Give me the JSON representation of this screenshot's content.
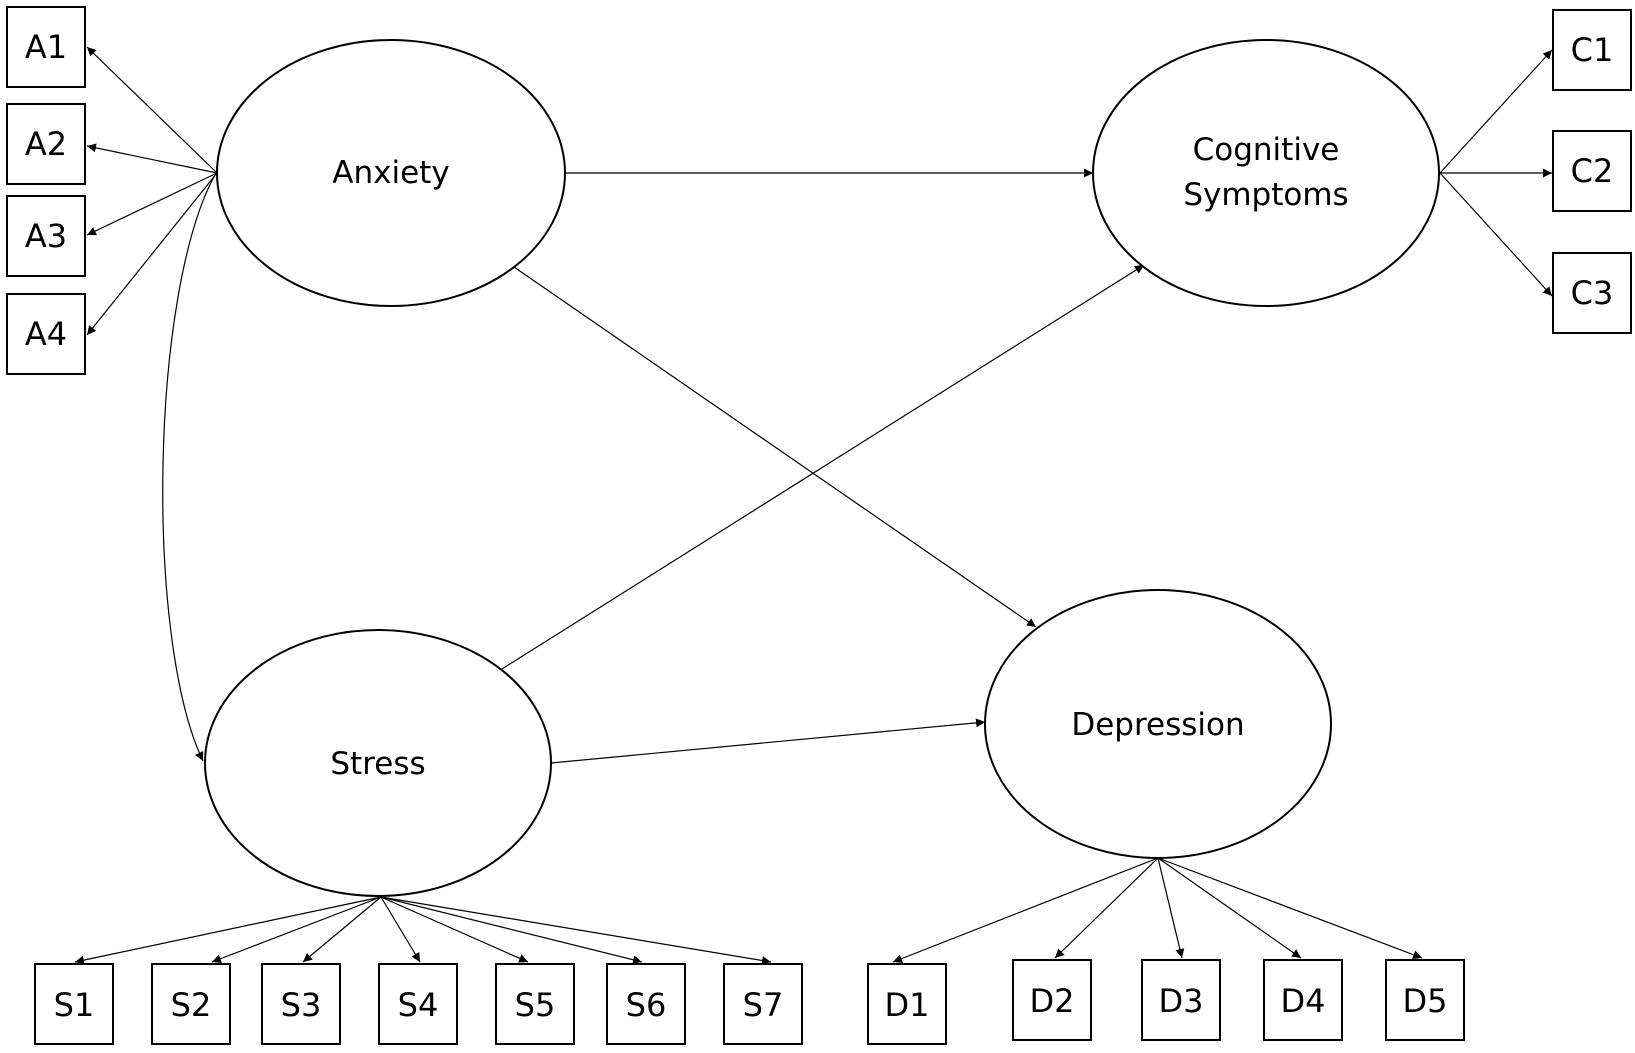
{
  "latents": {
    "anxiety": {
      "label": "Anxiety"
    },
    "cognitive": {
      "label_line1": "Cognitive",
      "label_line2": "Symptoms"
    },
    "stress": {
      "label": "Stress"
    },
    "depression": {
      "label": "Depression"
    }
  },
  "indicators": {
    "anxiety": [
      "A1",
      "A2",
      "A3",
      "A4"
    ],
    "cognitive": [
      "C1",
      "C2",
      "C3"
    ],
    "stress": [
      "S1",
      "S2",
      "S3",
      "S4",
      "S5",
      "S6",
      "S7"
    ],
    "depression": [
      "D1",
      "D2",
      "D3",
      "D4",
      "D5"
    ]
  },
  "paths": [
    {
      "from": "Anxiety",
      "to": "Cognitive Symptoms"
    },
    {
      "from": "Anxiety",
      "to": "Depression"
    },
    {
      "from": "Stress",
      "to": "Cognitive Symptoms"
    },
    {
      "from": "Stress",
      "to": "Depression"
    }
  ],
  "covariances": [
    {
      "between": [
        "Anxiety",
        "Stress"
      ]
    }
  ]
}
